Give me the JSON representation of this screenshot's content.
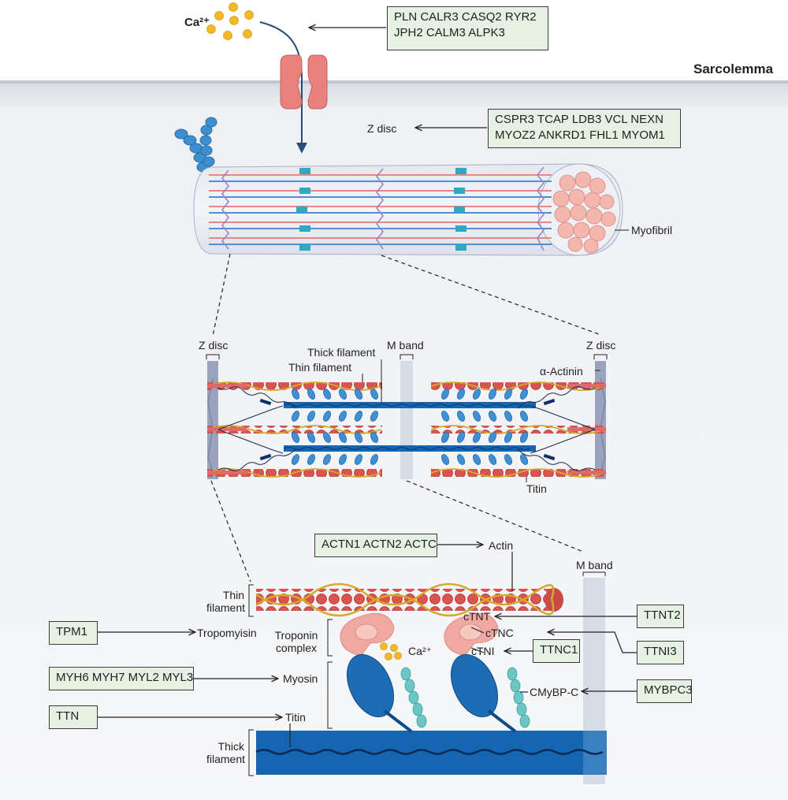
{
  "ion": {
    "ca_label": "Ca²⁺"
  },
  "membrane": {
    "label": "Sarcolemma"
  },
  "gene_boxes": {
    "calcium_handling": [
      "PLN CALR3 CASQ2 RYR2",
      "JPH2 CALM3 ALPK3"
    ],
    "z_disc_genes": [
      "CSPR3 TCAP LDB3 VCL NEXN",
      "MYOZ2 ANKRD1 FHL1 MYOM1"
    ],
    "actin_genes": "ACTN1 ACTN2 ACTC",
    "tropomyosin_gene": "TPM1",
    "myosin_genes": "MYH6 MYH7 MYL2 MYL3",
    "titin_gene": "TTN",
    "ttnt2": "TTNT2",
    "ttni3": "TTNI3",
    "ttnc1": "TTNC1",
    "mybpc3": "MYBPC3"
  },
  "myofibril_section": {
    "z_disc": "Z disc",
    "myofibril": "Myofibril"
  },
  "sarcomere_section": {
    "z_disc_left": "Z disc",
    "z_disc_right": "Z disc",
    "m_band": "M band",
    "thick_filament": "Thick filament",
    "thin_filament": "Thin filament",
    "alpha_actinin": "α-Actinin",
    "titin": "Titin"
  },
  "detail_section": {
    "actin": "Actin",
    "m_band": "M band",
    "thin_filament": [
      "Thin",
      "filament"
    ],
    "tropomyosin": "Tropomyisin",
    "troponin_complex": [
      "Troponin",
      "complex"
    ],
    "ctnt": "cTNT",
    "ctnc": "cTNC",
    "ctni": "cTNI",
    "ca": "Ca²⁺",
    "myosin": "Myosin",
    "titin": "Titin",
    "cmybpc": "CMyBP-C",
    "thick_filament": [
      "Thick",
      "filament"
    ]
  },
  "colors": {
    "gene_box_fill": "#e6f1e3",
    "calcium": "#f1b829",
    "channel": "#e8807c",
    "thin_filament": "#d9534f",
    "tropomyosin": "#d6a92c",
    "thick_filament": "#1565b0",
    "myosin_head": "#1e6cb4",
    "mybpc": "#6cc7c4",
    "troponin": "#f0a8a2",
    "z_disc": "#9aa3bd",
    "m_band": "#d6dbe6",
    "cytoplasm": "#f2f2f4"
  }
}
